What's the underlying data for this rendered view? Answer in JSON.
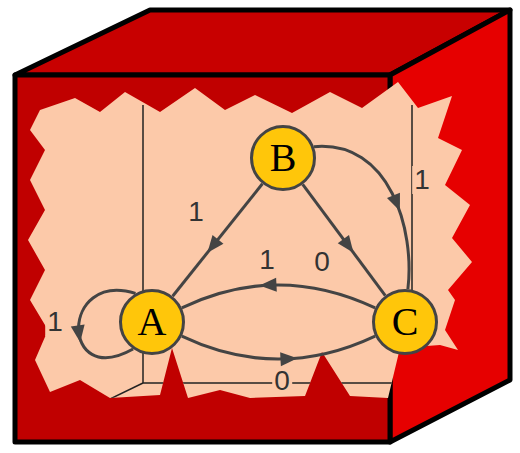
{
  "diagram": {
    "nodes": [
      {
        "text": [
          "B"
        ]
      },
      {
        "text": [
          "A"
        ]
      },
      {
        "text": [
          "C"
        ]
      }
    ],
    "edges": [
      {
        "from": 1,
        "to": 1,
        "label": "1",
        "arrow": "to"
      },
      {
        "from": 0,
        "to": 1,
        "label": "1",
        "arrow": "to"
      },
      {
        "from": 0,
        "to": 2,
        "label": "0",
        "arrow": "to"
      },
      {
        "from": 0,
        "to": 2,
        "label": "1",
        "arrow": "to"
      },
      {
        "from": 2,
        "to": 1,
        "label": "1",
        "arrow": "to"
      },
      {
        "from": 1,
        "to": 2,
        "label": "0",
        "arrow": "to"
      }
    ]
  }
}
